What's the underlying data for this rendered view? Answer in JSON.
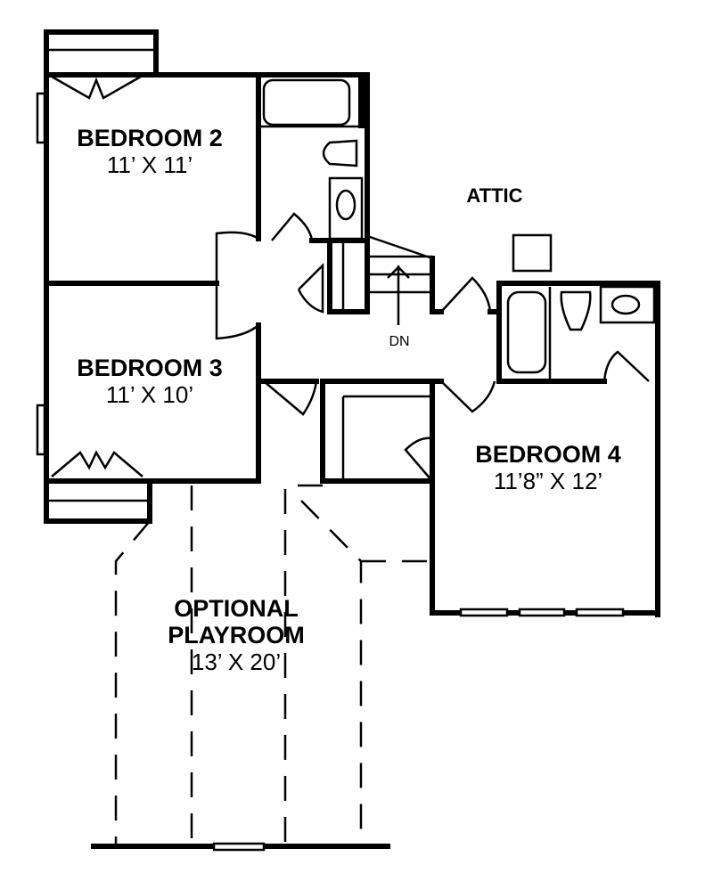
{
  "plan": {
    "rooms": [
      {
        "id": "bedroom2",
        "name": "BEDROOM 2",
        "dims": "11’ X 11’"
      },
      {
        "id": "bedroom3",
        "name": "BEDROOM 3",
        "dims": "11’ X 10’"
      },
      {
        "id": "bedroom4",
        "name": "BEDROOM 4",
        "dims": "11’8” X 12’"
      },
      {
        "id": "playroom",
        "name_line1": "OPTIONAL",
        "name_line2": "PLAYROOM",
        "dims": "13’ X 20’"
      }
    ],
    "attic_label": "ATTIC",
    "stair_label": "DN"
  }
}
